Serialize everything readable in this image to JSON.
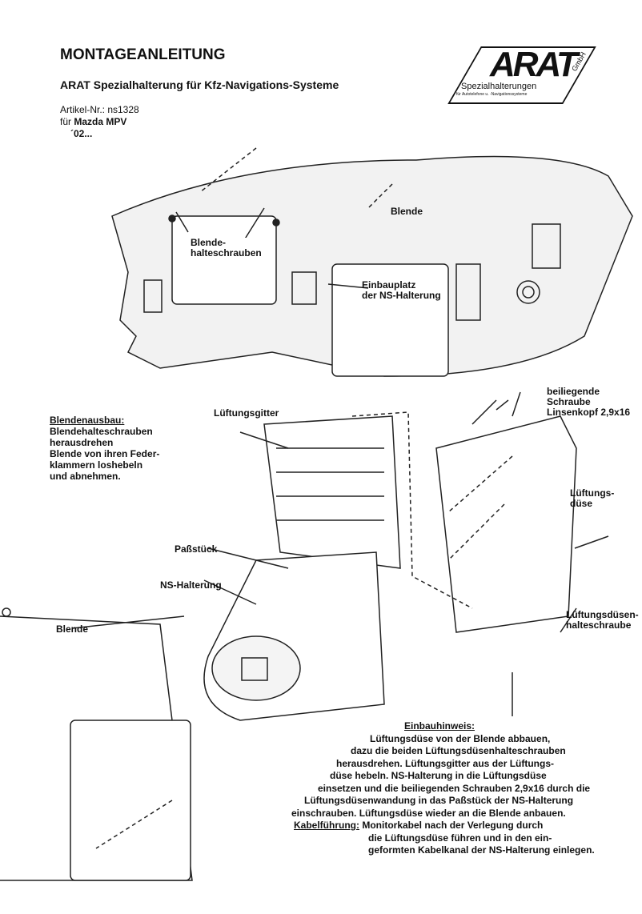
{
  "header": {
    "title": "MONTAGEANLEITUNG",
    "subtitle": "ARAT Spezialhalterung für Kfz-Navigations-Systeme",
    "article": "Artikel-Nr.: ns1328",
    "for_prefix": "für",
    "model": "Mazda MPV",
    "year": "´02..."
  },
  "logo": {
    "brand": "ARAT",
    "suffix": "GmbH",
    "tagline": "Spezialhalterungen",
    "sub": "für Autotelefone u. -Navigationssysteme"
  },
  "labels": {
    "blende_top": "Blende",
    "halteschrauben": [
      "Blende-",
      "halteschrauben"
    ],
    "einbauplatz": [
      "Einbauplatz",
      "der NS-Halterung"
    ],
    "schraube": [
      "beiliegende",
      "Schraube",
      "Linsenkopf 2,9x16"
    ],
    "lueftungsgitter": "Lüftungsgitter",
    "lueftungsduese": [
      "Lüftungs-",
      "düse"
    ],
    "passstueck": "Paßstück",
    "ns_halterung": "NS-Halterung",
    "blende_bottom": "Blende",
    "duesenschraube": [
      "Lüftungsdüsen-",
      "halteschraube"
    ]
  },
  "blendenausbau": {
    "heading": "Blendenausbau:",
    "lines": [
      "Blendehalteschrauben",
      "herausdrehen",
      "Blende von ihren Feder-",
      "klammern loshebeln",
      "und abnehmen."
    ]
  },
  "hinweis": {
    "heading": "Einbauhinweis:",
    "lines": [
      "Lüftungsdüse von der Blende abbauen,",
      "dazu die beiden Lüftungsdüsenhalteschrauben",
      "herausdrehen. Lüftungsgitter aus der Lüftungs-",
      "düse hebeln. NS-Halterung in die Lüftungsdüse",
      "einsetzen und die beiliegenden Schrauben 2,9x16 durch die",
      "Lüftungsdüsenwandung in das Paßstück der NS-Halterung",
      "einschrauben. Lüftungsdüse wieder an die Blende anbauen."
    ],
    "kabel_heading": "Kabelführung:",
    "kabel_lines": [
      "Monitorkabel nach der Verlegung  durch",
      "die Lüftungsdüse führen und in den ein-",
      "geformten Kabelkanal der NS-Halterung einlegen."
    ]
  }
}
